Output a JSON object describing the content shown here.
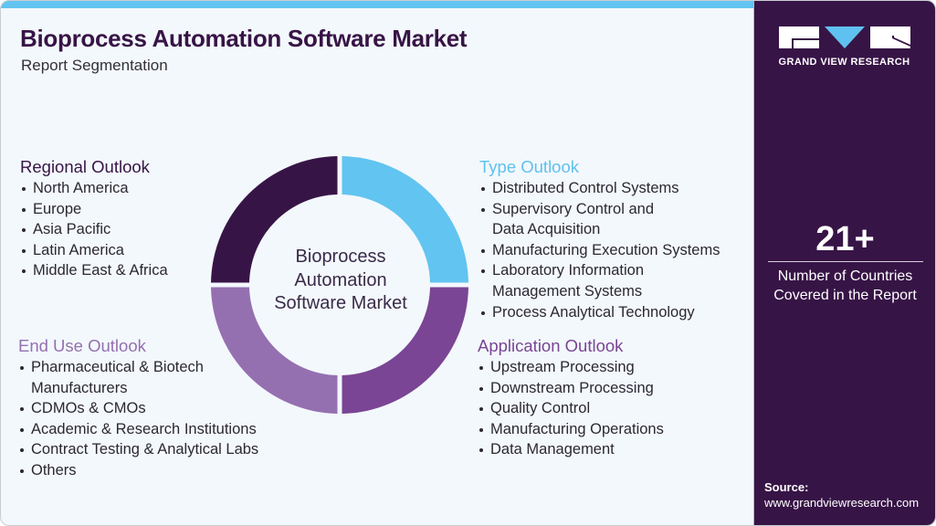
{
  "header": {
    "title": "Bioprocess Automation Software Market",
    "subtitle": "Report Segmentation"
  },
  "colors": {
    "background": "#f3f8fc",
    "top_stripe": "#62c4f0",
    "side_panel": "#371446",
    "regional": "#371446",
    "type": "#62c4f0",
    "application": "#7a4594",
    "end_use": "#9570b0"
  },
  "donut": {
    "center_label_lines": [
      "Bioprocess",
      "Automation",
      "Software Market"
    ],
    "segments": [
      {
        "name": "Type Outlook",
        "color": "#62c4f0",
        "position": "top-right"
      },
      {
        "name": "Application Outlook",
        "color": "#7a4594",
        "position": "bottom-right"
      },
      {
        "name": "End Use Outlook",
        "color": "#9570b0",
        "position": "bottom-left"
      },
      {
        "name": "Regional Outlook",
        "color": "#371446",
        "position": "top-left"
      }
    ]
  },
  "segments": {
    "regional": {
      "title": "Regional Outlook",
      "items": [
        "North America",
        "Europe",
        "Asia Pacific",
        "Latin America",
        "Middle East & Africa"
      ]
    },
    "end_use": {
      "title": "End Use Outlook",
      "items": [
        "Pharmaceutical & Biotech",
        "Manufacturers",
        "CDMOs & CMOs",
        "Academic & Research Institutions",
        "Contract Testing & Analytical Labs",
        "Others"
      ]
    },
    "type": {
      "title": "Type Outlook",
      "items": [
        "Distributed Control Systems",
        "Supervisory Control and",
        "Data Acquisition",
        "Manufacturing Execution Systems",
        "Laboratory Information",
        "Management Systems",
        "Process Analytical Technology"
      ]
    },
    "application": {
      "title": "Application Outlook",
      "items": [
        "Upstream Processing",
        "Downstream Processing",
        "Quality Control",
        "Manufacturing Operations",
        "Data Management"
      ]
    }
  },
  "side_panel": {
    "logo_text": "GRAND VIEW RESEARCH",
    "stat_value": "21+",
    "stat_caption_line1": "Number of Countries",
    "stat_caption_line2": "Covered in the Report",
    "source_label": "Source:",
    "source_url": "www.grandviewresearch.com"
  }
}
